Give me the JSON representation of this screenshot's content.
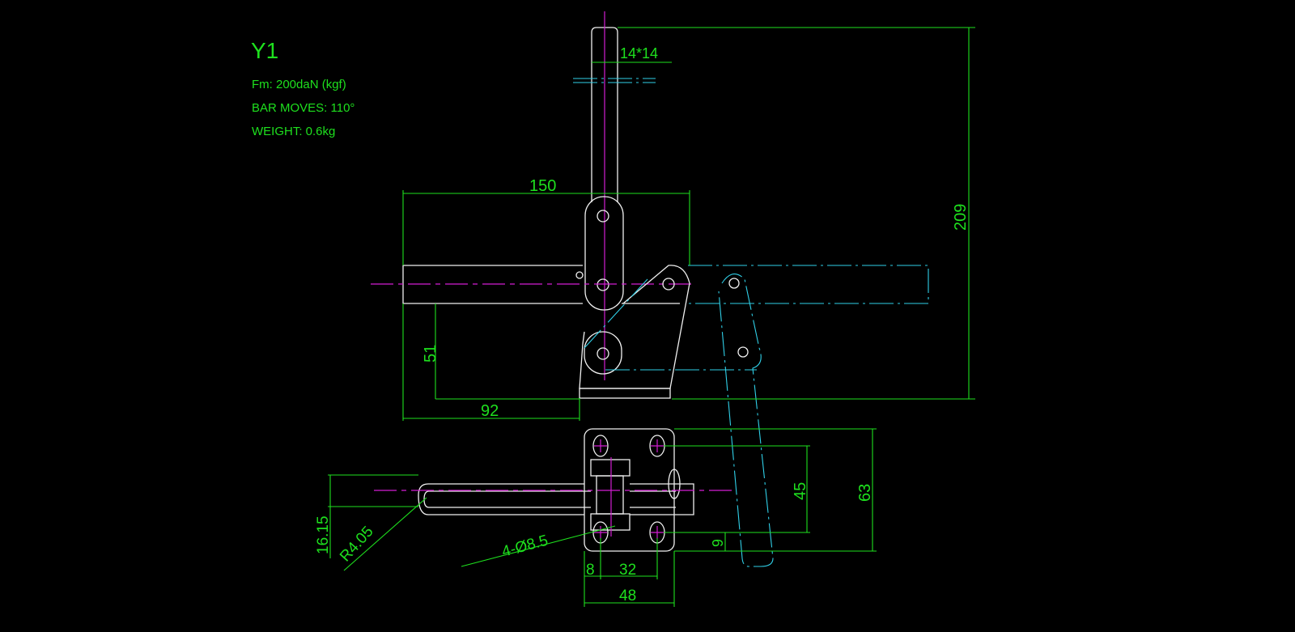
{
  "title": "Y1",
  "specs": {
    "force": "Fm: 200daN (kgf)",
    "bar_moves": "BAR MOVES: 110°",
    "weight": "WEIGHT: 0.6kg"
  },
  "dimensions": {
    "bar_section": "14*14",
    "overall_length": "150",
    "overall_height": "209",
    "bar_height": "51",
    "base_to_end": "92",
    "hole_spacing_y": "45",
    "plate_height": "63",
    "hole_offset_y": "9",
    "hole_offset_x": "8",
    "hole_spacing_x": "32",
    "plate_width": "48",
    "slot_width": "16.15",
    "slot_radius": "R4.05",
    "holes": "4-Ø8.5"
  },
  "colors": {
    "dimension": "#1ee01e",
    "outline": "#f0f0f0",
    "centerline": "#d21ed2",
    "phantom": "#30d0e8"
  }
}
